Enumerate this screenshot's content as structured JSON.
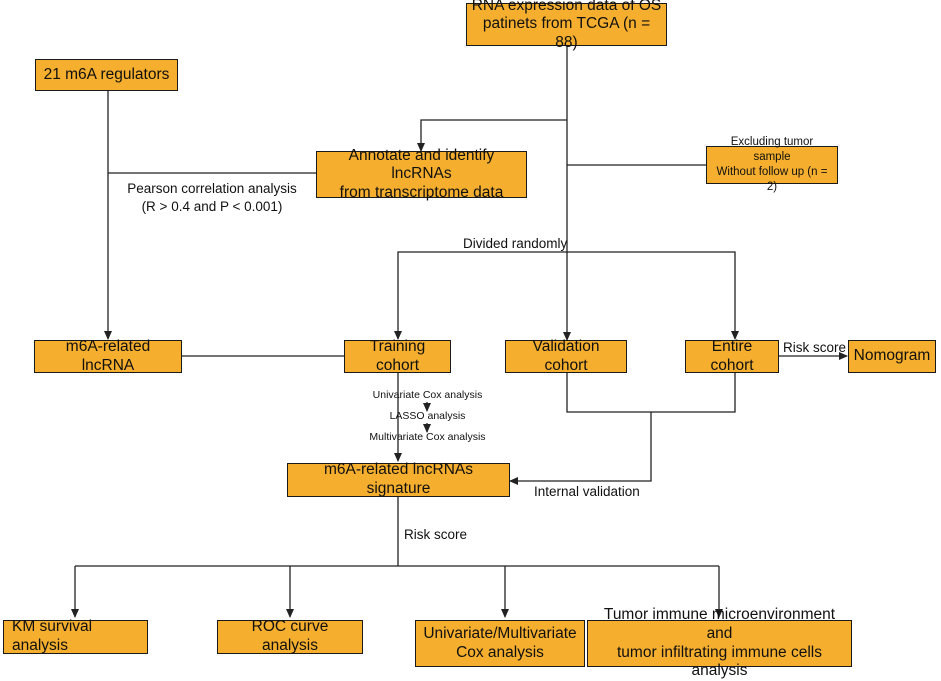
{
  "colors": {
    "box_fill": "#F5AE2D",
    "box_border": "#1a1a1a",
    "line": "#222222"
  },
  "boxes": {
    "rna_data": "RNA expression data of OS\npatinets from TCGA (n = 88)",
    "regulators": "21 m6A regulators",
    "annotate": "Annotate and identify lncRNAs\nfrom transcriptome data",
    "excluding": "Excluding tumor sample\nWithout follow up (n = 2)",
    "m6a_lnc": "m6A-related lncRNA",
    "training": "Training cohort",
    "validation": "Validation cohort",
    "entire": "Entire cohort",
    "nomogram": "Nomogram",
    "signature": "m6A-related lncRNAs signature",
    "km": "KM survival analysis",
    "roc": "ROC curve analysis",
    "univariate_multi": "Univariate/Multivariate\nCox analysis",
    "tumor_immune": "Tumor immune microenvironment and\ntumor infiltrating immune cells analysis"
  },
  "labels": {
    "pearson": "Pearson correlation analysis\n(R > 0.4 and P < 0.001)",
    "divided": "Divided randomly",
    "risk_score_right": "Risk score",
    "cox_steps": [
      "Univariate Cox analysis",
      "LASSO analysis",
      "Multivariate Cox analysis"
    ],
    "internal_validation": "Internal validation",
    "risk_score_bottom": "Risk score"
  }
}
